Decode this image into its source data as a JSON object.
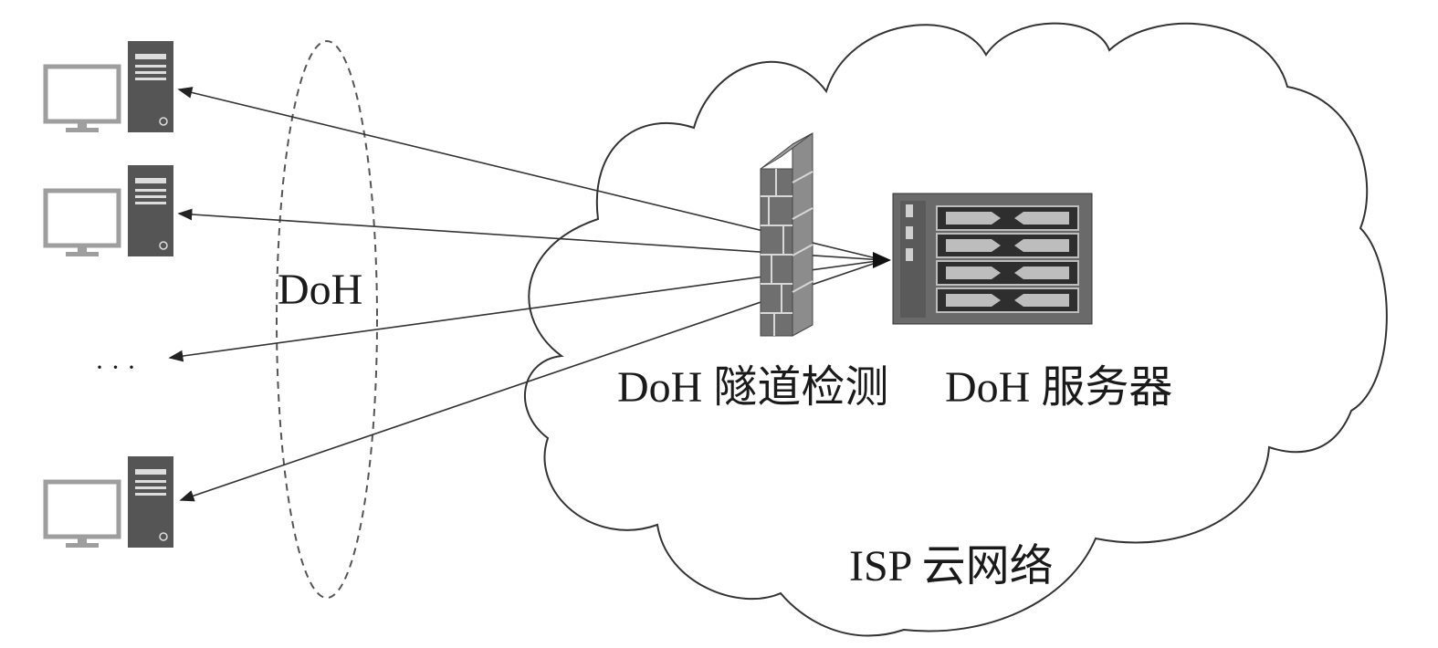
{
  "diagram": {
    "protocol_label": "DoH",
    "ellipsis": "· · ·",
    "firewall_label": "DoH 隧道检测",
    "server_label": "DoH 服务器",
    "cloud_label": "ISP 云网络",
    "client_count_shown": 3,
    "icons": {
      "client": "desktop-computer-icon",
      "firewall": "firewall-icon",
      "server": "rack-server-icon",
      "cloud": "cloud-icon"
    },
    "colors": {
      "line": "#333333",
      "monitor": "#9e9e9e",
      "tower": "#555555",
      "brick": "#6f6f6f"
    }
  }
}
